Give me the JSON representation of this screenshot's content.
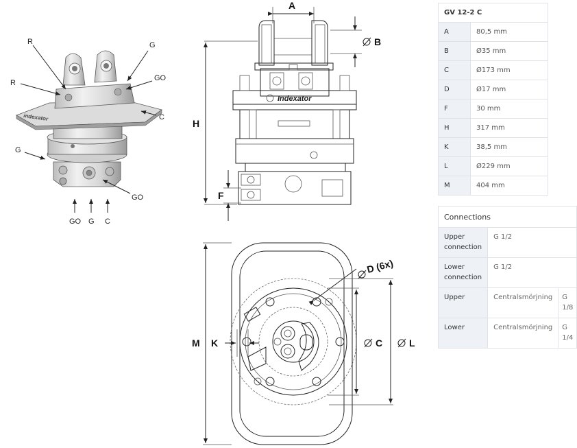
{
  "left_view_labels": {
    "r1": "R",
    "r2": "R",
    "g1": "G",
    "go1": "GO",
    "c1": "C",
    "g2": "G",
    "go2": "GO",
    "bottom_go": "GO",
    "bottom_g": "G",
    "bottom_c": "C",
    "logo": "indexator"
  },
  "front_view": {
    "dim_a": "A",
    "dim_b": "B",
    "dim_h": "H",
    "dim_f": "F",
    "brand": "Indexator"
  },
  "bottom_view": {
    "dim_d": "D (6x)",
    "dim_c": "C",
    "dim_l": "L",
    "dim_m": "M",
    "dim_k": "K"
  },
  "dimensions_table": {
    "title": "GV 12-2 C",
    "rows": [
      {
        "key": "A",
        "value": "80,5 mm"
      },
      {
        "key": "B",
        "value": "Ø35 mm"
      },
      {
        "key": "C",
        "value": "Ø173 mm"
      },
      {
        "key": "D",
        "value": "Ø17 mm"
      },
      {
        "key": "F",
        "value": "30 mm"
      },
      {
        "key": "H",
        "value": "317 mm"
      },
      {
        "key": "K",
        "value": "38,5 mm"
      },
      {
        "key": "L",
        "value": "Ø229 mm"
      },
      {
        "key": "M",
        "value": "404 mm"
      }
    ]
  },
  "connections_table": {
    "title": "Connections",
    "rows": [
      {
        "key": "Upper connection",
        "value": "G 1/2",
        "extra": ""
      },
      {
        "key": "Lower connection",
        "value": "G 1/2",
        "extra": ""
      },
      {
        "key": "Upper",
        "value": "Centralsmörjning",
        "extra": "G 1/8"
      },
      {
        "key": "Lower",
        "value": "Centralsmörjning",
        "extra": "G 1/4"
      }
    ]
  }
}
